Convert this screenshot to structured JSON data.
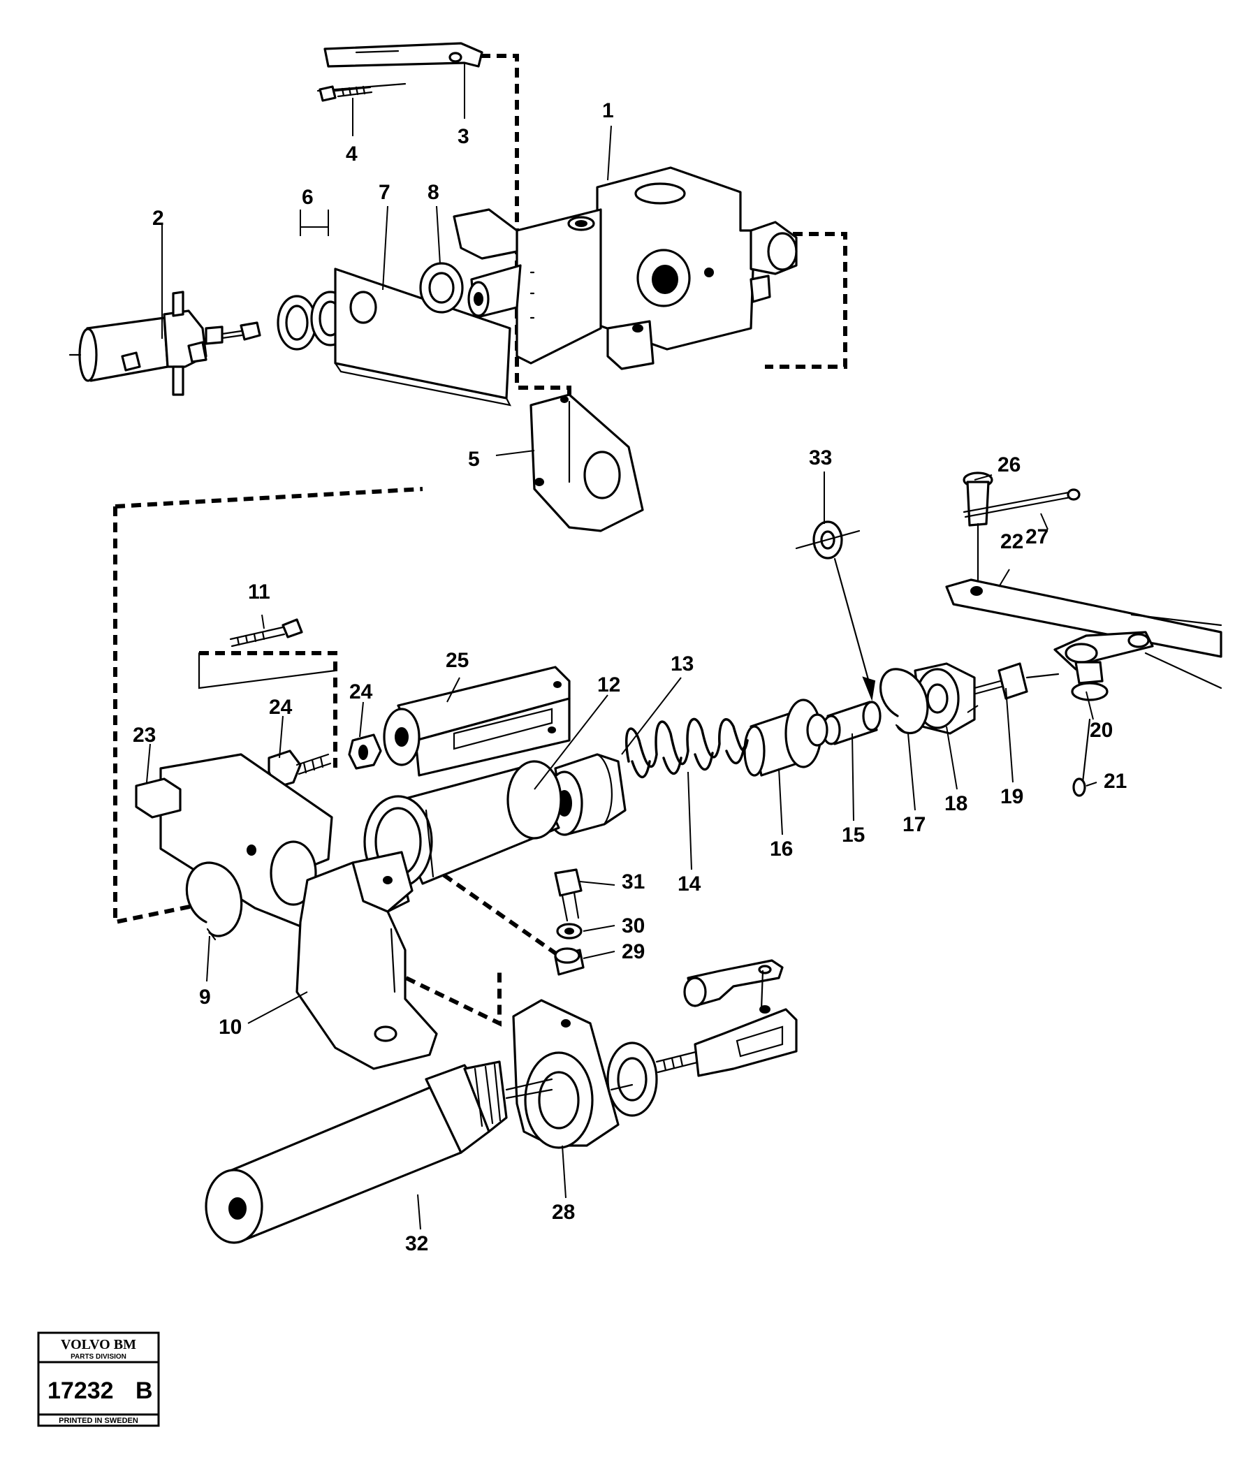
{
  "callouts": [
    "1",
    "2",
    "3",
    "4",
    "5",
    "6",
    "7",
    "8",
    "9",
    "10",
    "11",
    "12",
    "13",
    "14",
    "15",
    "16",
    "17",
    "18",
    "19",
    "20",
    "21",
    "22",
    "23",
    "24",
    "24",
    "25",
    "26",
    "27",
    "28",
    "29",
    "30",
    "31",
    "32",
    "33"
  ],
  "stamp": {
    "brand": "VOLVO BM",
    "division": "PARTS DIVISION",
    "drawing_number": "17232",
    "revision": "B",
    "footer": "PRINTED IN SWEDEN"
  }
}
